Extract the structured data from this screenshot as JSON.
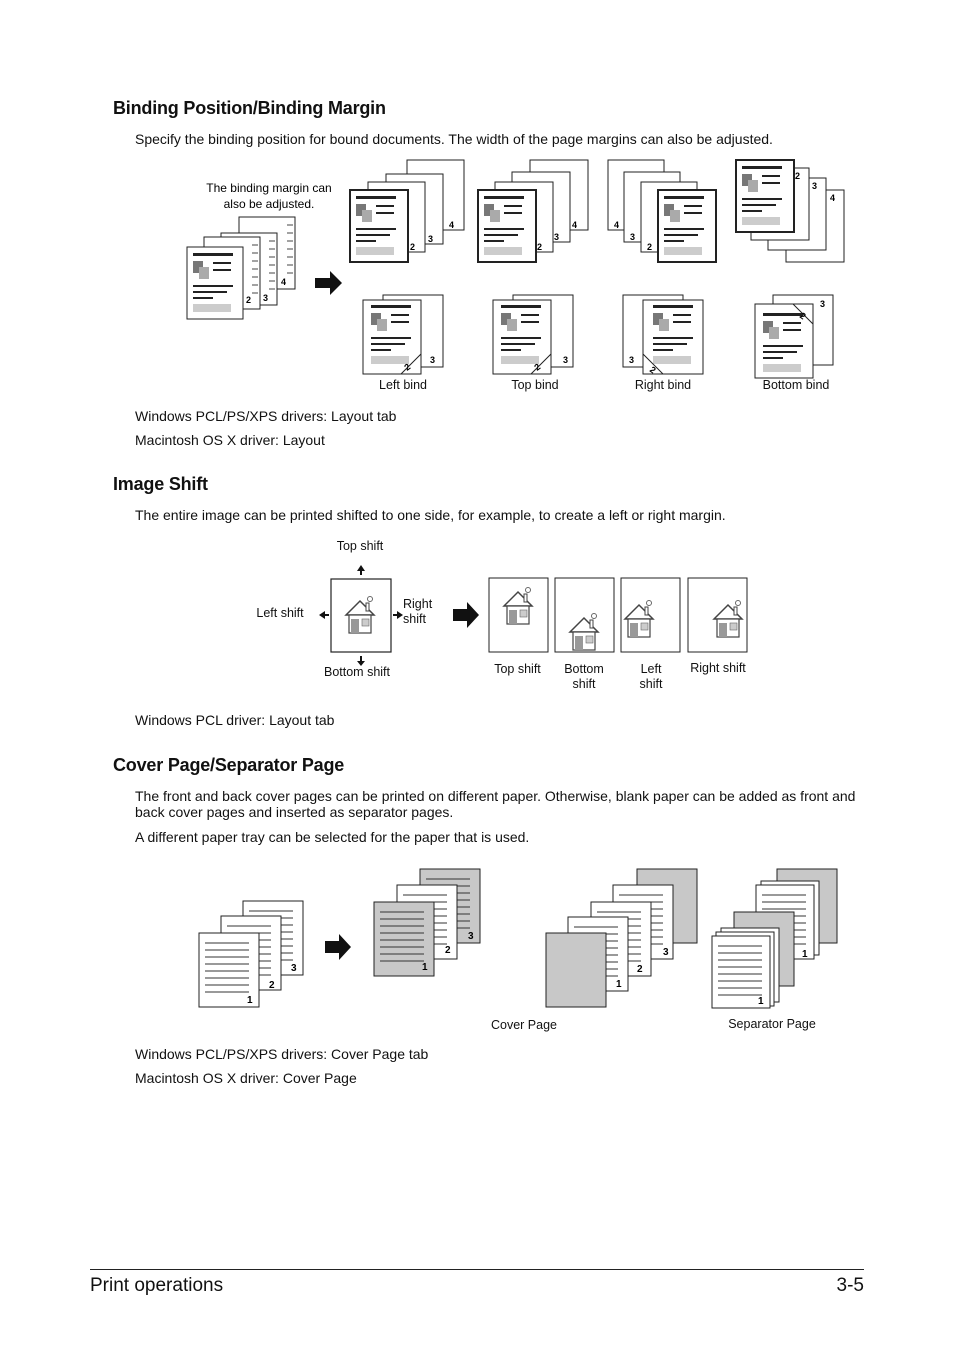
{
  "sections": {
    "binding": {
      "heading": "Binding Position/Binding Margin",
      "description": "Specify the binding position for bound documents. The width of the page margins can also be adjusted.",
      "diagram": {
        "margin_note": "The binding margin can also be adjusted.",
        "captions": [
          "Left bind",
          "Top bind",
          "Right bind",
          "Bottom bind"
        ]
      },
      "notes": [
        "Windows PCL/PS/XPS drivers: Layout tab",
        "Macintosh OS X driver: Layout"
      ]
    },
    "image_shift": {
      "heading": "Image Shift",
      "description": "The entire image can be printed shifted to one side, for example, to create a left or right margin.",
      "diagram": {
        "source_labels": {
          "top": "Top shift",
          "left": "Left shift",
          "right": "Right shift",
          "bottom": "Bottom shift"
        },
        "result_captions": [
          "Top shift",
          "Bottom shift",
          "Left shift",
          "Right shift"
        ]
      },
      "notes": [
        "Windows PCL driver: Layout tab"
      ]
    },
    "cover_page": {
      "heading": "Cover Page/Separator Page",
      "description": "The front and back cover pages can be printed on different paper. Otherwise, blank paper can be added as front and back cover pages and inserted as separator pages.",
      "description2": "A different paper tray can be selected for the paper that is used.",
      "diagram": {
        "captions": [
          "Cover Page",
          "Separator Page"
        ],
        "page_numbers": [
          "1",
          "2",
          "3"
        ]
      },
      "notes": [
        "Windows PCL/PS/XPS drivers: Cover Page tab",
        "Macintosh OS X driver: Cover Page"
      ]
    }
  },
  "footer": {
    "left": "Print operations",
    "right": "3-5"
  },
  "colors": {
    "text": "#111111",
    "diagram_gray": "#c8c8c8",
    "dark_gray": "#888888"
  }
}
